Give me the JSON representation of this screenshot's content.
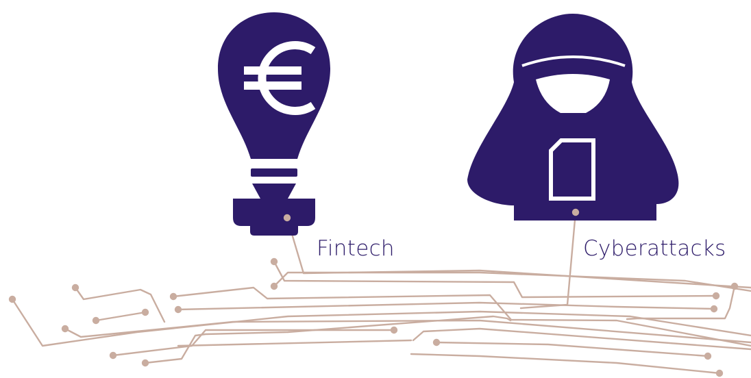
{
  "labels": {
    "fintech": "Fintech",
    "cyberattacks": "Cyberattacks"
  },
  "icons": {
    "fintech": "euro-lightbulb-icon",
    "cyberattacks": "hooded-hacker-icon",
    "background": "circuit-lines"
  },
  "colors": {
    "icon_fill": "#2d1b69",
    "label_text": "#2d1b69",
    "circuit_lines": "#c9ada0",
    "background": "#ffffff"
  }
}
